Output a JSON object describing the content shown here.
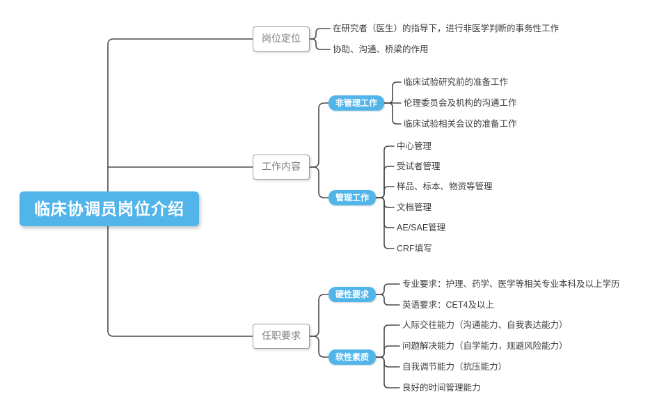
{
  "root": {
    "label": "临床协调员岗位介绍"
  },
  "branches": [
    {
      "label": "岗位定位",
      "leaves": [
        "在研究者（医生）的指导下，进行非医学判断的事务性工作",
        "协助、沟通、桥梁的作用"
      ]
    },
    {
      "label": "工作内容",
      "groups": [
        {
          "label": "非管理工作",
          "leaves": [
            "临床试验研究前的准备工作",
            "伦理委员会及机构的沟通工作",
            "临床试验相关会议的准备工作"
          ]
        },
        {
          "label": "管理工作",
          "leaves": [
            "中心管理",
            "受试者管理",
            "样品、标本、物资等管理",
            "文档管理",
            "AE/SAE管理",
            "CRF填写"
          ]
        }
      ]
    },
    {
      "label": "任职要求",
      "groups": [
        {
          "label": "硬性要求",
          "leaves": [
            "专业要求：护理、药学、医学等相关专业本科及以上学历",
            "英语要求：CET4及以上"
          ]
        },
        {
          "label": "软性素质",
          "leaves": [
            "人际交往能力（沟通能力、自我表达能力）",
            "问题解决能力（自学能力，规避风险能力）",
            "自我调节能力（抗压能力）",
            "良好的时间管理能力"
          ]
        }
      ]
    }
  ],
  "colors": {
    "accent": "#52b5e9",
    "connector_line": "#4a4a4a",
    "branch_border": "#9b9b9b",
    "branch_text": "#7d7d7d",
    "leaf_text": "#3d3d3d",
    "background": "#ffffff"
  }
}
